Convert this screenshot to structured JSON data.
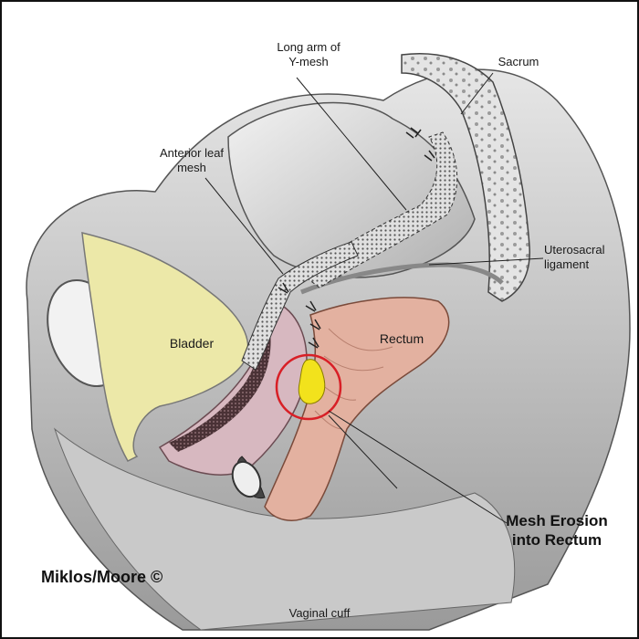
{
  "labels": {
    "long_arm_line1": "Long arm of",
    "long_arm_line2": "Y-mesh",
    "sacrum": "Sacrum",
    "anterior_leaf_line1": "Anterior leaf",
    "anterior_leaf_line2": "mesh",
    "uterosacral_line1": "Uterosacral",
    "uterosacral_line2": "ligament",
    "bladder": "Bladder",
    "rectum": "Rectum",
    "erosion_line1": "Mesh Erosion",
    "erosion_line2": "into Rectum",
    "vaginal_cuff": "Vaginal cuff"
  },
  "credit": "Miklos/Moore ©",
  "colors": {
    "bladder": "#ece8a8",
    "rectum": "#e3b1a0",
    "vagina": "#d7b8c0",
    "erosion": "#f2e21c",
    "highlight_circle": "#d81f26",
    "tissue_gray": "#bdbdbd"
  }
}
